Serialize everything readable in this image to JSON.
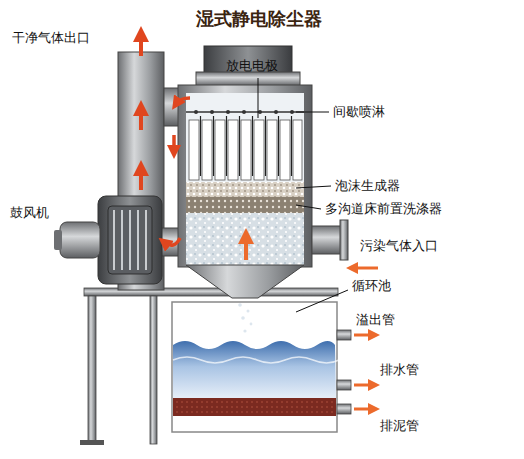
{
  "diagram": {
    "title": "湿式静电除尘器",
    "labels": [
      "干净气体出口",
      "放电电极",
      "间歇喷淋",
      "泡沫生成器",
      "多沟道床前置洗涤器",
      "污染气体入口",
      "鼓风机",
      "循环池",
      "溢出管",
      "排水管",
      "排泥管"
    ]
  }
}
